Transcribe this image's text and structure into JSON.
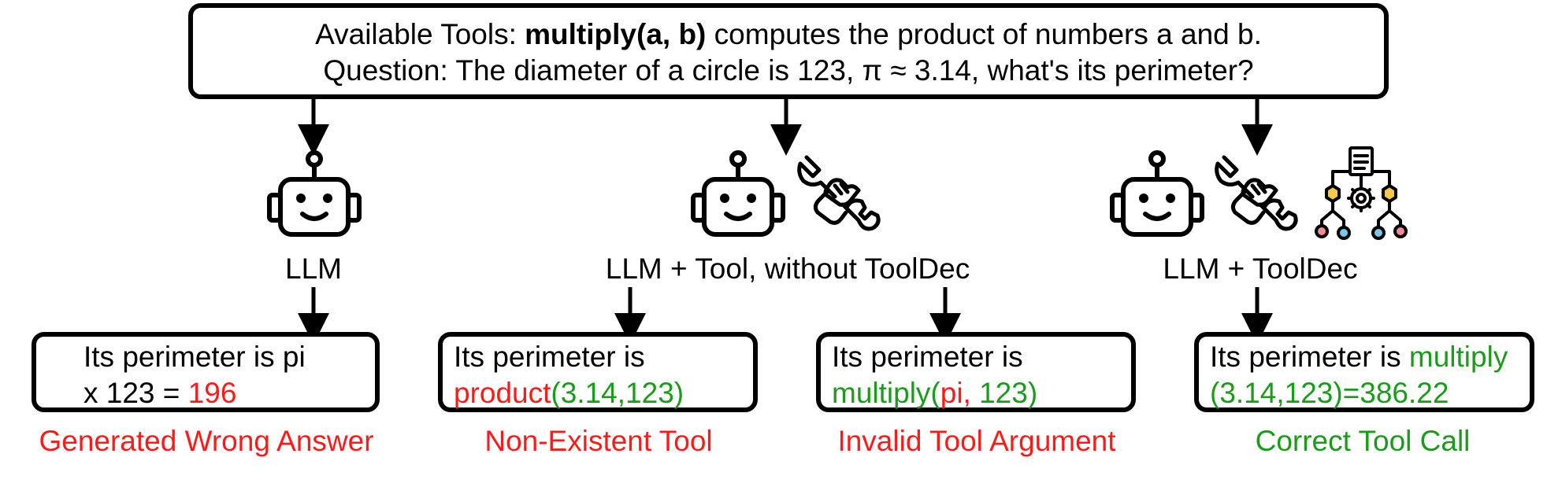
{
  "question_box": {
    "line1_prefix": "Available Tools: ",
    "line1_bold": "multiply(a, b)",
    "line1_suffix": " computes the product of numbers a and b.",
    "line2": "Question: The diameter of a circle is 123, π ≈ 3.14, what's its perimeter?"
  },
  "labels": {
    "llm": "LLM",
    "llm_tool": "LLM + Tool, without ToolDec",
    "llm_tooldec": "LLM + ToolDec"
  },
  "answers": {
    "a1_line1": "Its perimeter is pi",
    "a1_line2_prefix": "x 123 = ",
    "a1_line2_value": "196",
    "a2_line1": "Its perimeter is",
    "a2_line2_tool": "product",
    "a2_line2_args": "(3.14,123)",
    "a3_line1": "Its perimeter is",
    "a3_line2_tool": "multiply(",
    "a3_line2_bad_arg": "pi,",
    "a3_line2_rest": " 123)",
    "a4_line1_prefix": "Its perimeter is ",
    "a4_line1_tool": "multiply",
    "a4_line2": "(3.14,123)=386.22"
  },
  "captions": {
    "c1": "Generated Wrong Answer",
    "c2": "Non-Existent Tool",
    "c3": "Invalid Tool Argument",
    "c4": "Correct Tool Call"
  },
  "colors": {
    "error": "#ff1a1a",
    "correct": "#1a9c1a",
    "stroke": "#000000"
  },
  "icons": [
    "robot-icon",
    "wrench-hand-icon",
    "workflow-icon"
  ]
}
